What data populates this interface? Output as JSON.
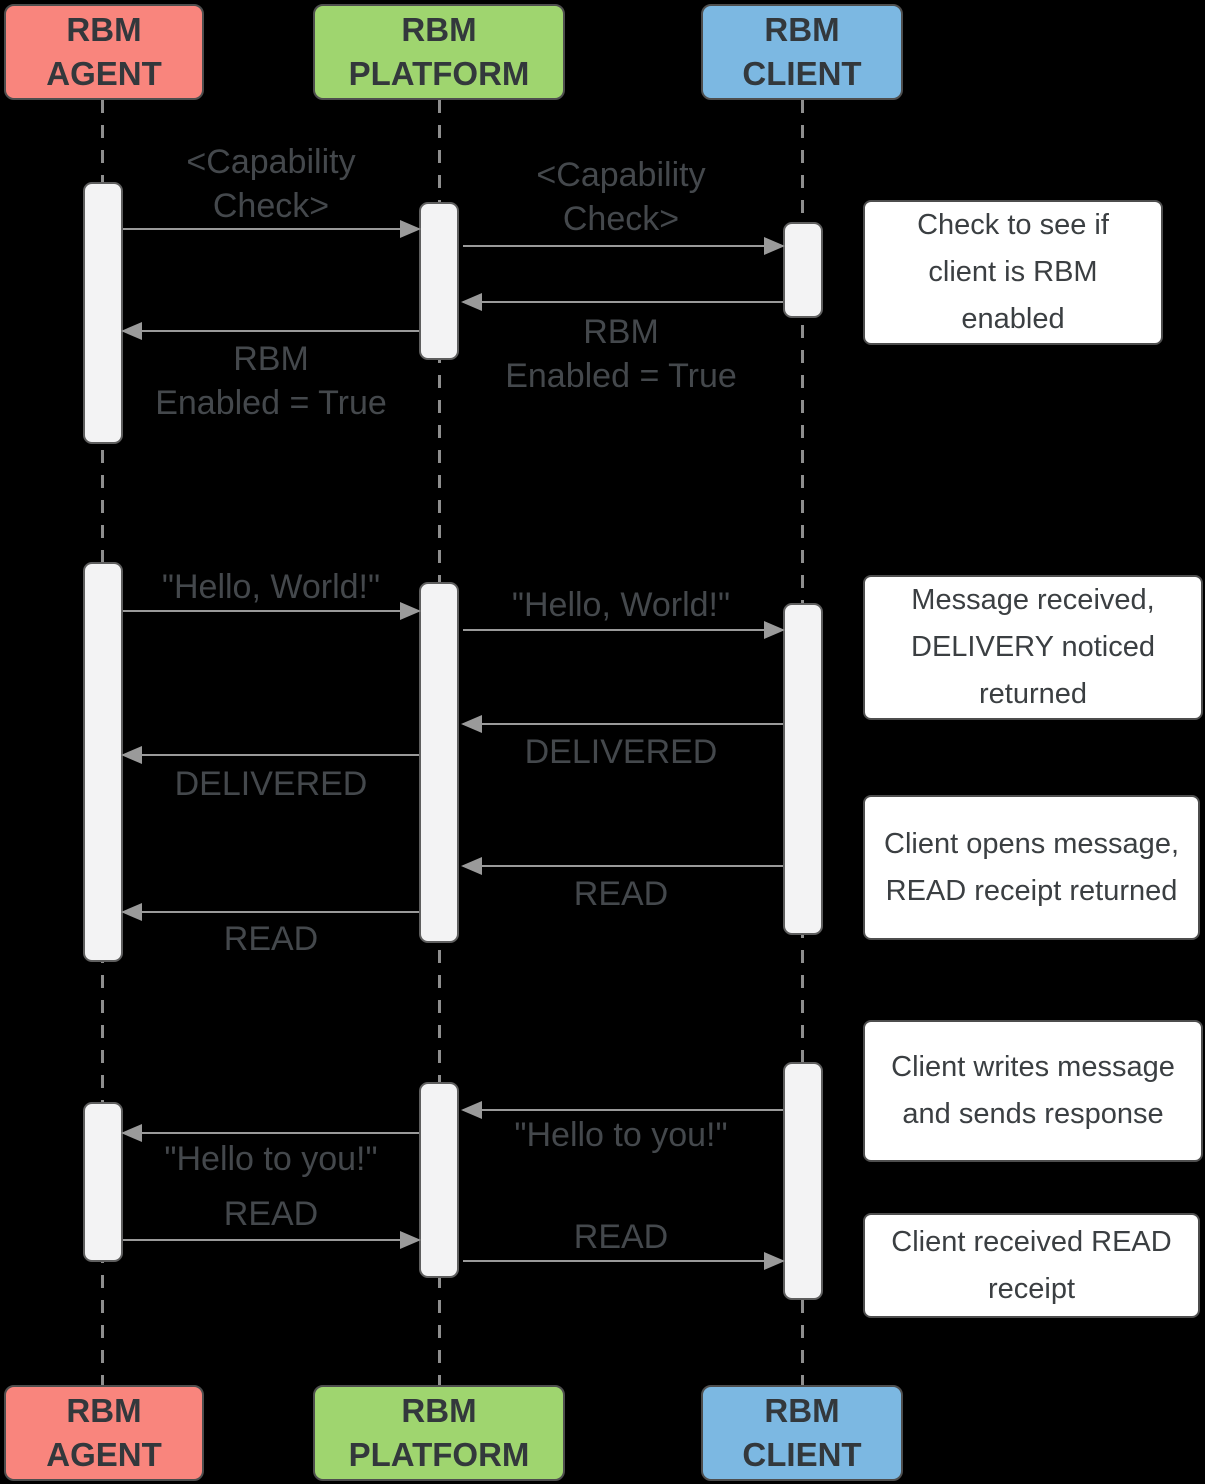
{
  "actors": {
    "agent": {
      "label": "RBM\nAGENT",
      "color": "#F9857D"
    },
    "platform": {
      "label": "RBM\nPLATFORM",
      "color": "#9FD56F"
    },
    "client": {
      "label": "RBM\nCLIENT",
      "color": "#7CB8E2"
    }
  },
  "colors": {
    "background": "#000000",
    "arrow": "#9A9A9A",
    "activation_fill": "#F3F3F4",
    "note_fill": "#FFFFFF",
    "border": "#4E4E4E"
  },
  "messages": [
    {
      "label": "<Capability\nCheck>",
      "from": "agent",
      "to": "platform"
    },
    {
      "label": "<Capability\nCheck>",
      "from": "platform",
      "to": "client"
    },
    {
      "label": "RBM\nEnabled = True",
      "from": "client",
      "to": "platform"
    },
    {
      "label": "RBM\nEnabled = True",
      "from": "platform",
      "to": "agent"
    },
    {
      "label": "\"Hello, World!\"",
      "from": "agent",
      "to": "platform"
    },
    {
      "label": "\"Hello, World!\"",
      "from": "platform",
      "to": "client"
    },
    {
      "label": "DELIVERED",
      "from": "client",
      "to": "platform"
    },
    {
      "label": "DELIVERED",
      "from": "platform",
      "to": "agent"
    },
    {
      "label": "READ",
      "from": "client",
      "to": "platform"
    },
    {
      "label": "READ",
      "from": "platform",
      "to": "agent"
    },
    {
      "label": "\"Hello to you!\"",
      "from": "client",
      "to": "platform"
    },
    {
      "label": "\"Hello to you!\"",
      "from": "platform",
      "to": "agent"
    },
    {
      "label": "READ",
      "from": "agent",
      "to": "platform"
    },
    {
      "label": "READ",
      "from": "platform",
      "to": "client"
    }
  ],
  "notes": [
    {
      "text": "Check to see if client is RBM enabled"
    },
    {
      "text": "Message received, DELIVERY noticed returned"
    },
    {
      "text": "Client opens message, READ receipt returned"
    },
    {
      "text": "Client writes message and sends response"
    },
    {
      "text": "Client received READ receipt"
    }
  ]
}
